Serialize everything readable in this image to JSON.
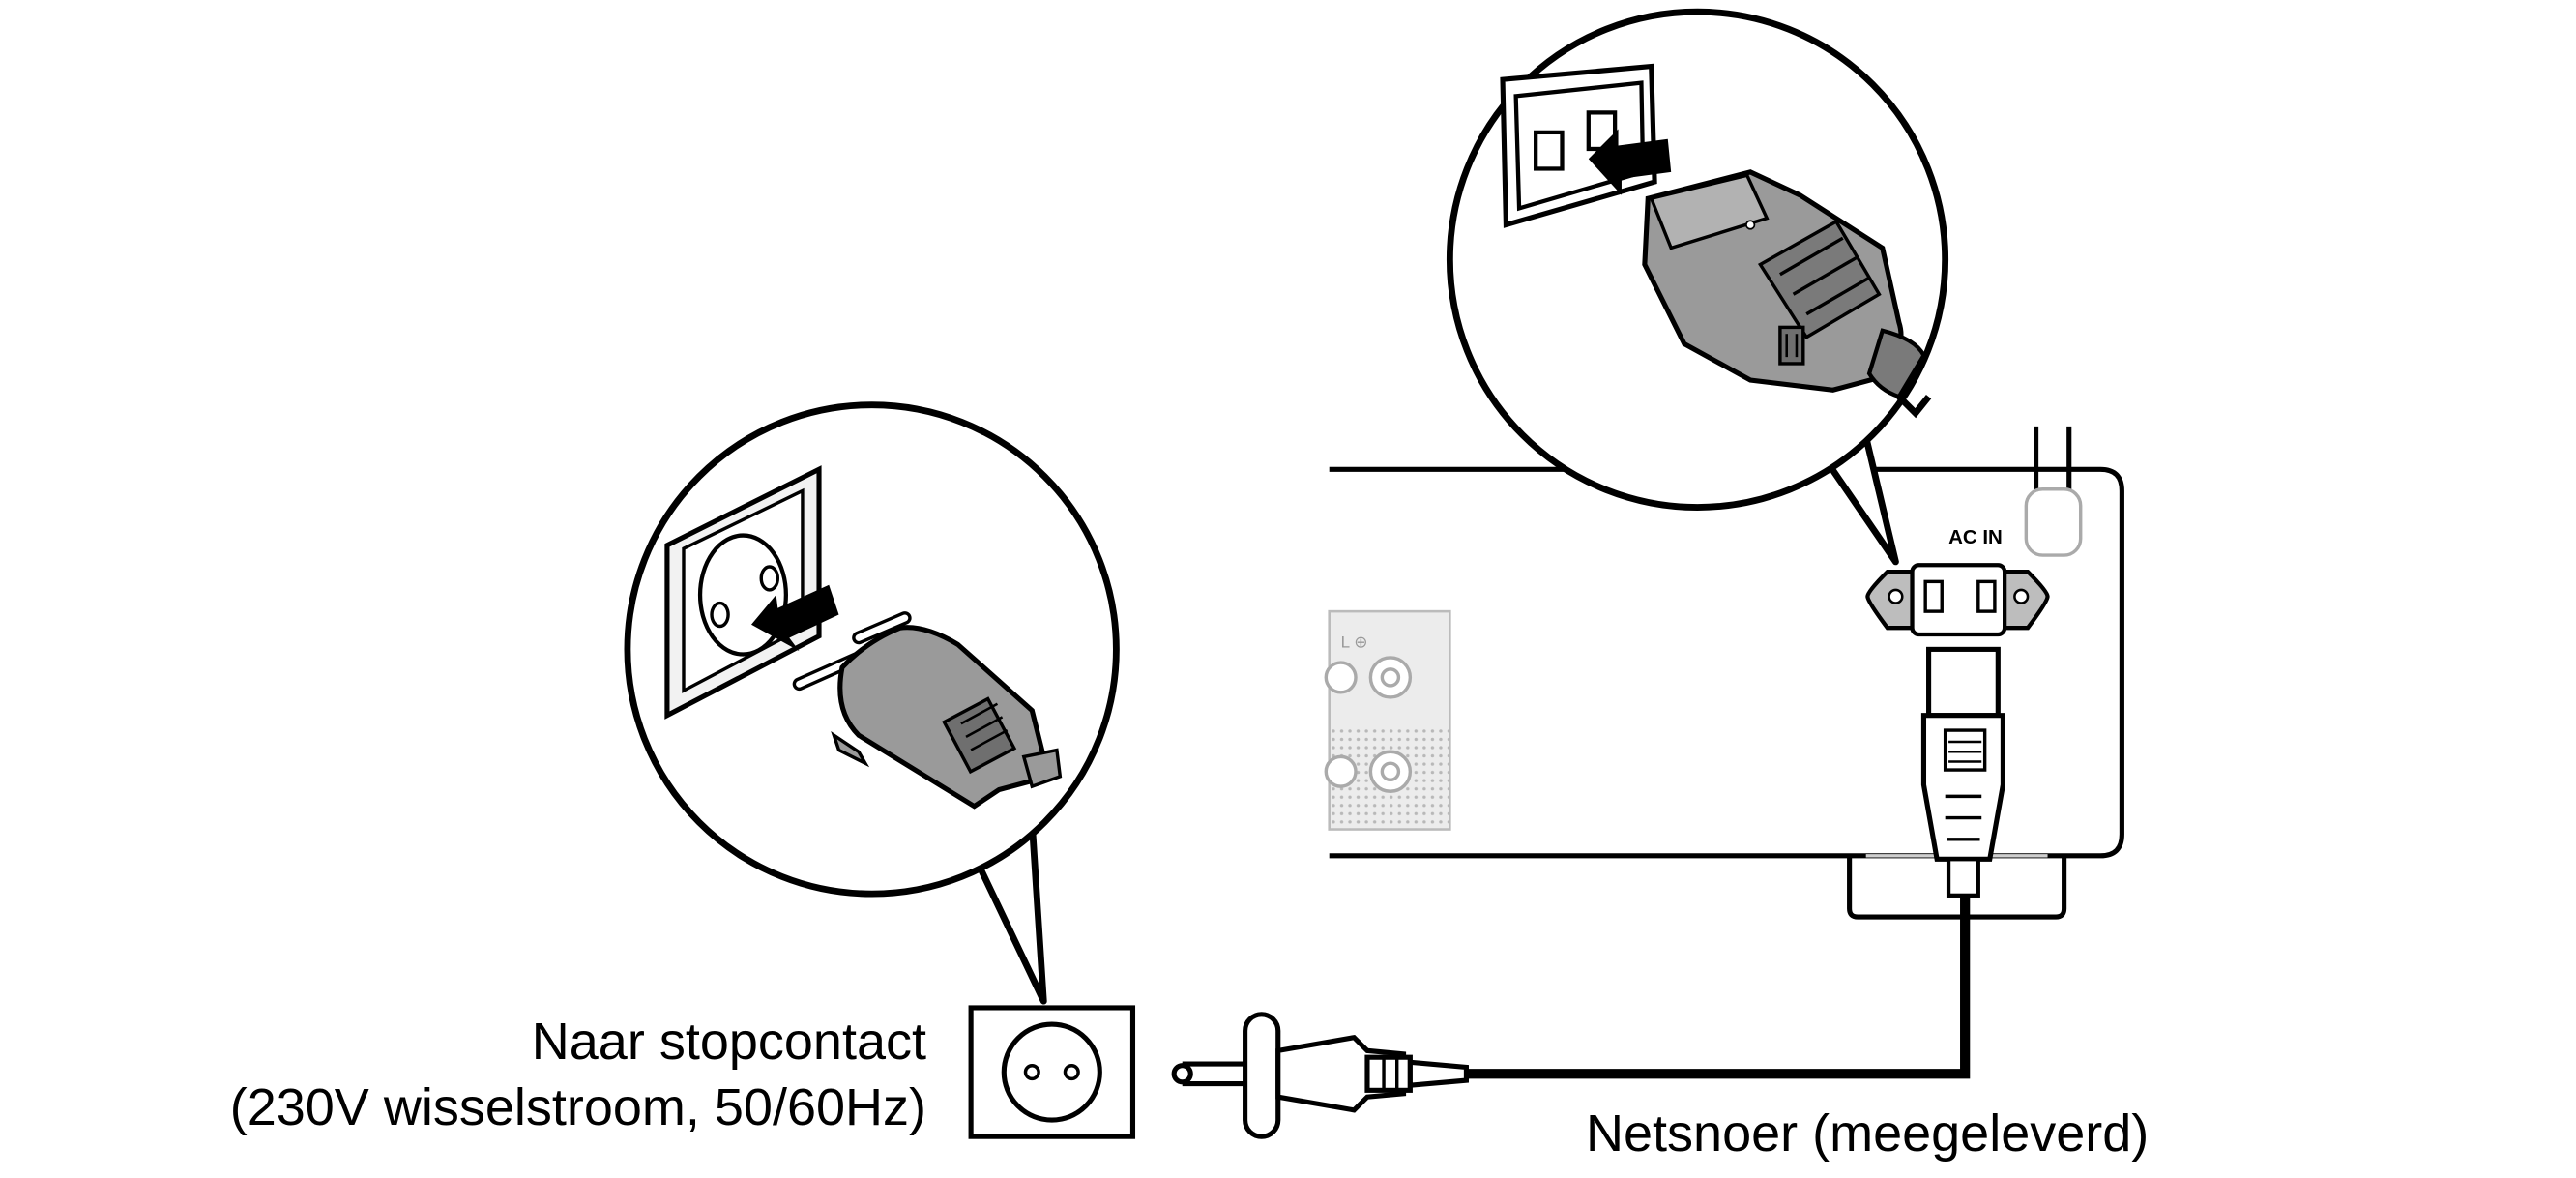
{
  "labels": {
    "outlet_line1": "Naar stopcontact",
    "outlet_line2": "(230V wisselstroom, 50/60Hz)",
    "cord": "Netsnoer (meegeleverd)",
    "ac_in": "AC IN"
  },
  "colors": {
    "line": "#000000",
    "plug_gray": "#9a9a9a",
    "plug_dark": "#6f6f6f",
    "panel_gray": "#e2e2e2",
    "socket_gray": "#bdbdbd"
  },
  "icons": {
    "arrow": "arrow-right-icon",
    "outlet": "wall-outlet-icon",
    "plug": "euro-plug-icon",
    "connector": "iec-connector-icon"
  }
}
